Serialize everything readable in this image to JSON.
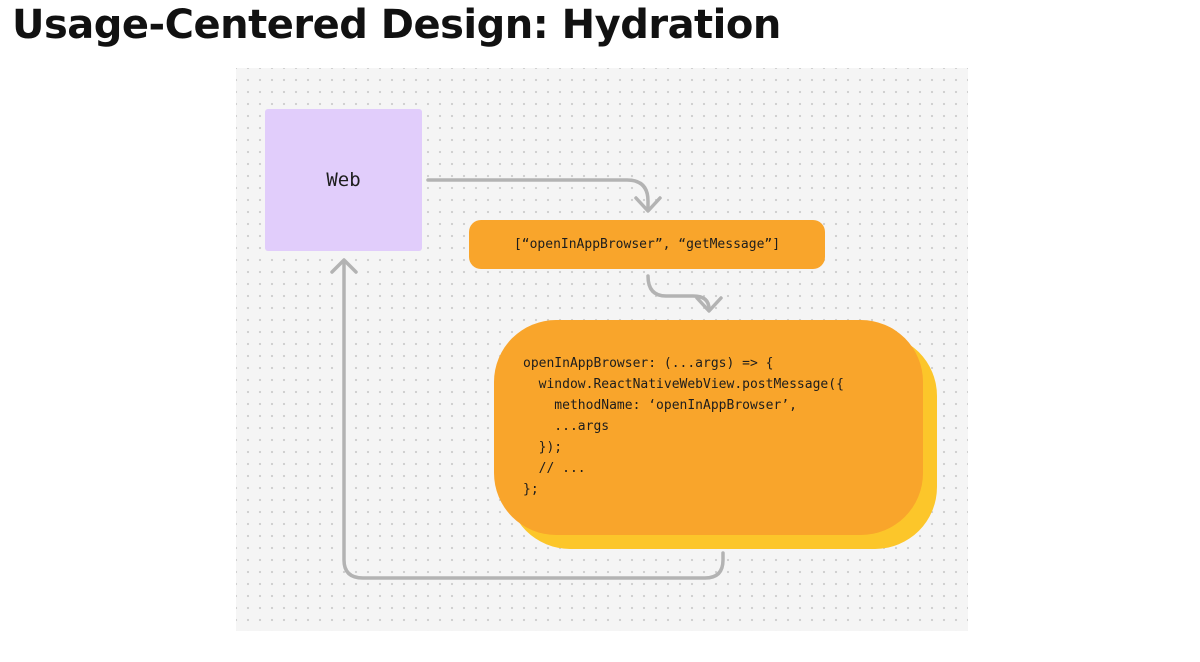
{
  "title": "Usage-Centered Design: Hydration",
  "diagram": {
    "web_label": "Web",
    "methods_list": "[“openInAppBrowser”, “getMessage”]",
    "code": "openInAppBrowser: (...args) => {\n  window.ReactNativeWebView.postMessage({\n    methodName: ‘openInAppBrowser’,\n    ...args\n  });\n  // ...\n};"
  },
  "colors": {
    "web_box": "#e1cdfb",
    "orange": "#f9a52b",
    "yellow_shadow": "#fcc62a",
    "connector": "#b3b3b3"
  }
}
